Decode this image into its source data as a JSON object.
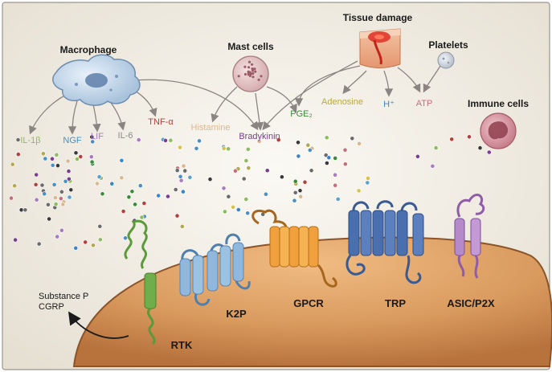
{
  "sources": {
    "macrophage": "Macrophage",
    "mast_cells": "Mast cells",
    "tissue_damage": "Tissue damage",
    "platelets": "Platelets",
    "immune_cells": "Immune cells"
  },
  "mediators": [
    {
      "id": "il1b",
      "label": "IL-1β",
      "color": "#8dbb5e"
    },
    {
      "id": "ngf",
      "label": "NGF",
      "color": "#4a8fc4"
    },
    {
      "id": "lif",
      "label": "LIF",
      "color": "#a67bbf"
    },
    {
      "id": "il6",
      "label": "IL-6",
      "color": "#8a8a8a"
    },
    {
      "id": "tnfa",
      "label": "TNF-α",
      "color": "#b2413d"
    },
    {
      "id": "histamine",
      "label": "Histamine",
      "color": "#d9b890"
    },
    {
      "id": "bradykinin",
      "label": "Bradykinin",
      "color": "#7a3d8f"
    },
    {
      "id": "pge2",
      "label": "PGE₂",
      "color": "#3b8a3c"
    },
    {
      "id": "adenosine",
      "label": "Adenosine",
      "color": "#b5a84a"
    },
    {
      "id": "hplus",
      "label": "H⁺",
      "color": "#3a86c6"
    },
    {
      "id": "atp",
      "label": "ATP",
      "color": "#c4707c"
    }
  ],
  "receptors": {
    "rtk": "RTK",
    "k2p": "K2P",
    "gpcr": "GPCR",
    "trp": "TRP",
    "asic_p2x": "ASIC/P2X"
  },
  "neuropeptides": [
    "Substance P",
    "CGRP"
  ],
  "colors": {
    "background": "#f4f1ea",
    "neuron": "#d99a5e",
    "rtk": "#6fae4a",
    "k2p": "#8fb8dc",
    "gpcr": "#f0a03c",
    "trp": "#4a6fae",
    "asic": "#b48ac8"
  }
}
